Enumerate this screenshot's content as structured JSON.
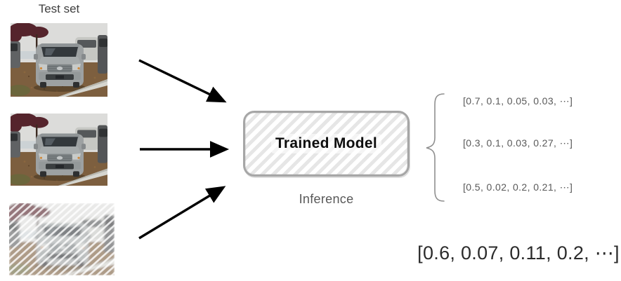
{
  "test_set": {
    "label": "Test set",
    "images": [
      {
        "alt": "gray SUV front view in leaf-covered parking lot",
        "variant": "clean"
      },
      {
        "alt": "gray SUV front view in leaf-covered parking lot",
        "variant": "clean"
      },
      {
        "alt": "gray SUV photo corrupted with noisy white streaks",
        "variant": "corrupted"
      }
    ]
  },
  "model": {
    "label": "Trained Model",
    "caption": "Inference"
  },
  "outputs": {
    "vectors": [
      "[0.7, 0.1, 0.05, 0.03, ⋯]",
      "[0.3, 0.1, 0.03, 0.27, ⋯]",
      "[0.5, 0.02, 0.2, 0.21, ⋯]"
    ],
    "final": "[0.6, 0.07, 0.11, 0.2, ⋯]"
  },
  "icons": {
    "arrow": "black straight arrow",
    "brace": "left curly brace"
  },
  "colors": {
    "arrow": "#000000",
    "brace": "#8f8f8f",
    "model_border": "#a6a6a6",
    "model_hatch": "#e6e6e6",
    "muted_text": "#595959",
    "dark_text": "#2b2b2b"
  }
}
